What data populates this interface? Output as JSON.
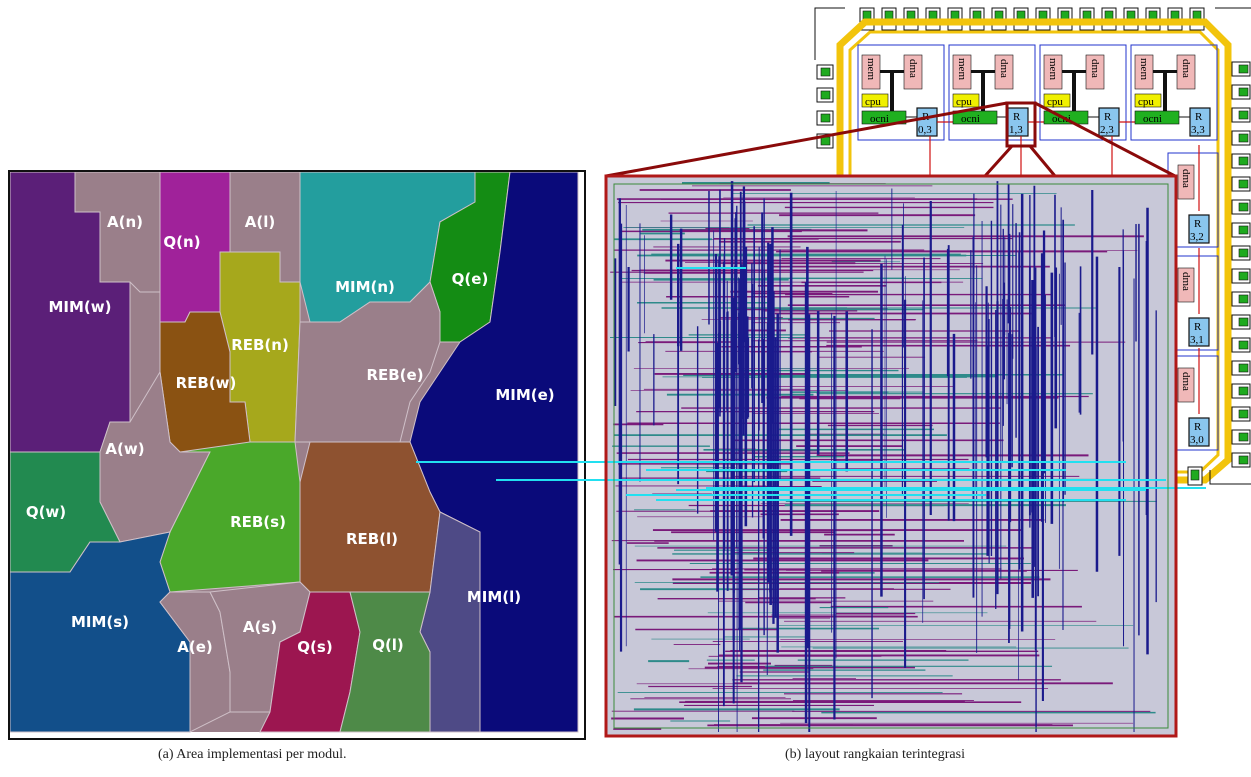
{
  "figure_a": {
    "caption": "(a) Area implementasi per modul.",
    "regions": [
      {
        "label": "MIM(w)",
        "color": "#5b1f78"
      },
      {
        "label": "A(n)",
        "color": "#9a7f8a"
      },
      {
        "label": "Q(n)",
        "color": "#a0229a"
      },
      {
        "label": "A(l)",
        "color": "#9a7f8a"
      },
      {
        "label": "MIM(n)",
        "color": "#239e9e"
      },
      {
        "label": "Q(e)",
        "color": "#148c14"
      },
      {
        "label": "REB(n)",
        "color": "#a6a81c"
      },
      {
        "label": "REB(w)",
        "color": "#8a5212"
      },
      {
        "label": "REB(e)",
        "color": "#9a7f8a"
      },
      {
        "label": "MIM(e)",
        "color": "#0a0a7a"
      },
      {
        "label": "A(w)",
        "color": "#9a7f8a"
      },
      {
        "label": "Q(w)",
        "color": "#228a50"
      },
      {
        "label": "REB(s)",
        "color": "#4aa82a"
      },
      {
        "label": "REB(l)",
        "color": "#8e5230"
      },
      {
        "label": "MIM(s)",
        "color": "#124f8a"
      },
      {
        "label": "MIM(l)",
        "color": "#4e4a86"
      },
      {
        "label": "A(e)",
        "color": "#9a7f8a"
      },
      {
        "label": "A(s)",
        "color": "#9a7f8a"
      },
      {
        "label": "Q(s)",
        "color": "#9c1650"
      },
      {
        "label": "Q(l)",
        "color": "#4e8a48"
      }
    ]
  },
  "figure_b": {
    "caption": "(b) layout rangkaian terintegrasi",
    "tile_labels": {
      "mem": "mem",
      "dma": "dma",
      "cpu": "cpu",
      "ocni": "ocni"
    },
    "routers": [
      {
        "r": "R",
        "id": "0,3"
      },
      {
        "r": "R",
        "id": "1,3"
      },
      {
        "r": "R",
        "id": "2,3"
      },
      {
        "r": "R",
        "id": "3,3"
      },
      {
        "r": "R",
        "id": "3,2"
      },
      {
        "r": "R",
        "id": "3,1"
      },
      {
        "r": "R",
        "id": "3,0"
      }
    ],
    "colors": {
      "ring": "#f2c40c",
      "pad": "#1faa1f",
      "router": "#8ac6ee",
      "mem": "#f0b8b8",
      "cpu": "#f0f000",
      "ocni": "#20b020",
      "zoom": "#8a0a0a",
      "layout_a": "#1a1a8c",
      "layout_b": "#7a1a7a",
      "layout_c": "#22e0f0"
    }
  }
}
